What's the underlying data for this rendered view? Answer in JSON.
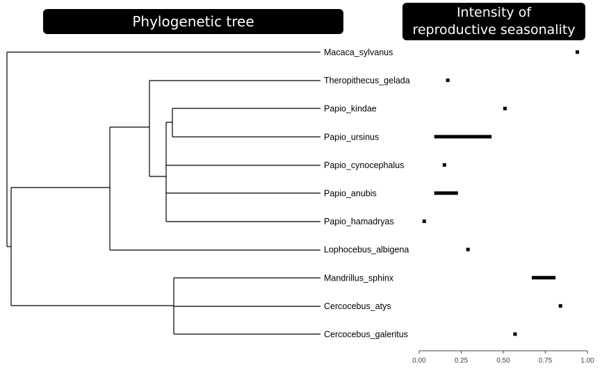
{
  "titles": {
    "tree": "Phylogenetic tree",
    "seasonality_line1": "Intensity of",
    "seasonality_line2": "reproductive seasonality"
  },
  "colors": {
    "header_bg": "#000000",
    "header_text": "#ffffff",
    "marks": "#000000"
  },
  "chart_data": {
    "type": "interval",
    "categories": [
      "Macaca_sylvanus",
      "Theropithecus_gelada",
      "Papio_kindae",
      "Papio_ursinus",
      "Papio_cynocephalus",
      "Papio_anubis",
      "Papio_hamadryas",
      "Lophocebus_albigena",
      "Mandrillus_sphinx",
      "Cercocebus_atys",
      "Cercocebus_galeritus"
    ],
    "ranges": [
      [
        0.94,
        0.94
      ],
      [
        0.17,
        0.17
      ],
      [
        0.51,
        0.51
      ],
      [
        0.1,
        0.42
      ],
      [
        0.15,
        0.15
      ],
      [
        0.1,
        0.22
      ],
      [
        0.03,
        0.03
      ],
      [
        0.29,
        0.29
      ],
      [
        0.68,
        0.8
      ],
      [
        0.84,
        0.84
      ],
      [
        0.57,
        0.57
      ]
    ],
    "xlim": [
      0,
      1
    ],
    "xticks": [
      "0.00",
      "0.25",
      "0.50",
      "0.75",
      "1.00"
    ],
    "xlabel": "",
    "ylabel": "",
    "grid": false
  }
}
